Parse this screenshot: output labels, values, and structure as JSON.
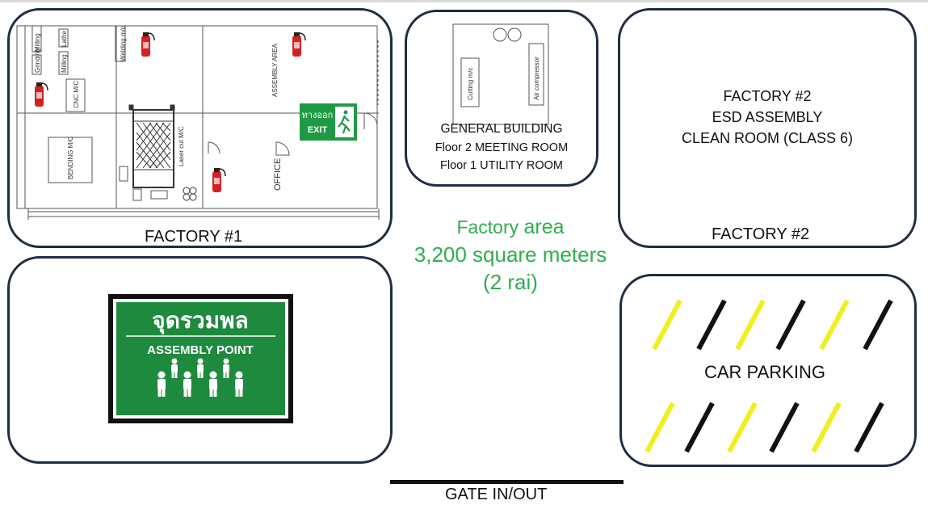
{
  "factory1": {
    "caption": "FACTORY #1",
    "labels": {
      "milling": "Milling",
      "grinding": "Grinding",
      "milling2": "Milling",
      "lathe": "Lathe",
      "welding": "Welding m/c",
      "cnc": "CNC M/C",
      "bending": "BENDING M/C",
      "assembly_area": "ASSEMBLY AREA",
      "laser": "Laser cut M/C",
      "office": "OFFICE",
      "exit_thai": "ทางออก",
      "exit_en": "EXIT"
    }
  },
  "general_building": {
    "title": "GENERAL BUILDING",
    "floor2": "Floor 2 MEETING ROOM",
    "floor1": "Floor 1 UTILITY ROOM",
    "cutting": "Cutting m/c",
    "air": "Air compressor"
  },
  "factory2": {
    "line1": "FACTORY #2",
    "line2": "ESD ASSEMBLY",
    "line3": "CLEAN ROOM (CLASS 6)",
    "caption": "FACTORY #2"
  },
  "area": {
    "line1_prefix": "Factory ",
    "line1_word": "area",
    "line2": "3,200 square meters",
    "line3": "(2 rai)"
  },
  "assembly_sign": {
    "thai": "จุดรวมพล",
    "english": "ASSEMBLY POINT"
  },
  "parking": {
    "label": "CAR PARKING"
  },
  "gate": {
    "label": "GATE IN/OUT"
  },
  "colors": {
    "box_border": "#1f2d45",
    "accent_green": "#2fae4e",
    "sign_green": "#1e8a3e",
    "stripe_yellow": "#f2ee1d",
    "stripe_black": "#111111"
  }
}
